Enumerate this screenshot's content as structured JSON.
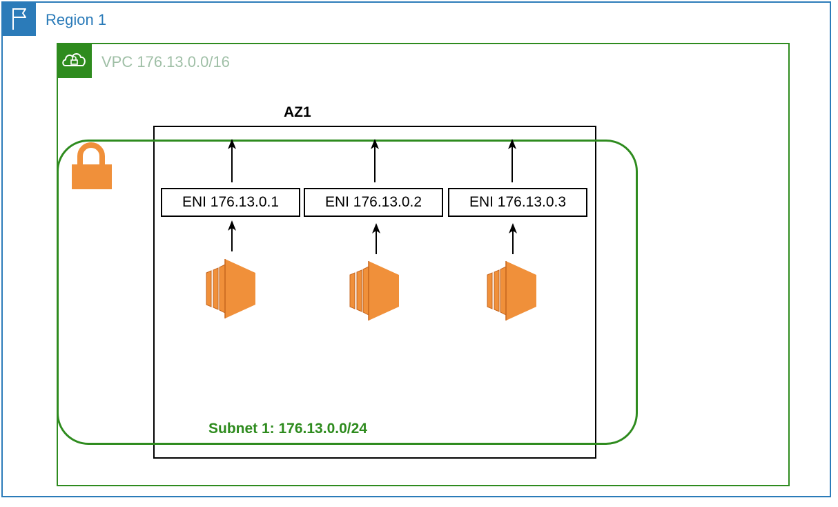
{
  "region": {
    "label": "Region 1",
    "icon": "flag-icon",
    "color": "#2b7bb9"
  },
  "vpc": {
    "label": "VPC 176.13.0.0/16",
    "icon": "cloud-lock-icon",
    "color": "#2e8b1e"
  },
  "az": {
    "label": "AZ1"
  },
  "subnet": {
    "label": "Subnet 1: 176.13.0.0/24",
    "icon": "padlock-icon",
    "color": "#2e8b1e"
  },
  "enis": [
    {
      "label": "ENI 176.13.0.1",
      "instance_icon": "ec2-instance-icon"
    },
    {
      "label": "ENI 176.13.0.2",
      "instance_icon": "ec2-instance-icon"
    },
    {
      "label": "ENI 176.13.0.3",
      "instance_icon": "ec2-instance-icon"
    }
  ],
  "colors": {
    "instance_orange": "#f0903a",
    "instance_dark": "#c5651d",
    "lock_orange": "#f0903a"
  }
}
